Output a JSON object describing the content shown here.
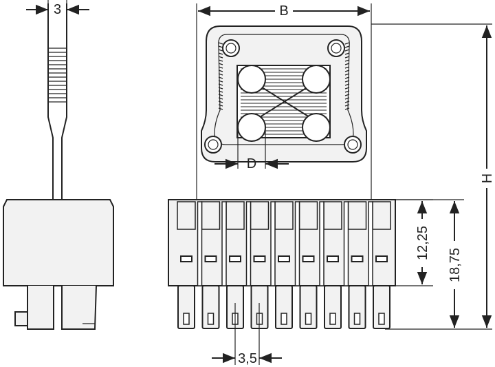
{
  "labels": {
    "dim_3": "3",
    "dim_b": "B",
    "dim_d": "D",
    "dim_h": "H",
    "dim_12_25": "12,25",
    "dim_18_75": "18,75",
    "dim_3_5": "3,5"
  },
  "pole_count": 9,
  "colors": {
    "line": "#222222",
    "fill": "#f2f2f2"
  }
}
